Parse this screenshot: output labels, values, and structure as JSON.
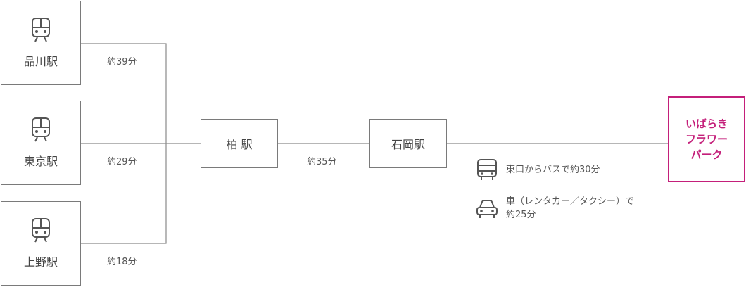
{
  "origins": [
    {
      "name": "品川駅",
      "time": "約39分",
      "icon": "train-icon"
    },
    {
      "name": "東京駅",
      "time": "約29分",
      "icon": "train-icon"
    },
    {
      "name": "上野駅",
      "time": "約18分",
      "icon": "train-icon"
    }
  ],
  "transfer1": {
    "name": "柏 駅"
  },
  "leg2_time": "約35分",
  "transfer2": {
    "name": "石岡駅"
  },
  "modes": [
    {
      "icon": "bus-icon",
      "line1": "東口からバスで約30分"
    },
    {
      "icon": "car-icon",
      "line1": "車（レンタカー／タクシー）で",
      "line2": "約25分"
    }
  ],
  "destination": {
    "lines": [
      "いばらき",
      "フラワー",
      "パーク"
    ]
  },
  "colors": {
    "line": "#7a7a7a",
    "accent": "#c41f7a",
    "text": "#555555"
  }
}
